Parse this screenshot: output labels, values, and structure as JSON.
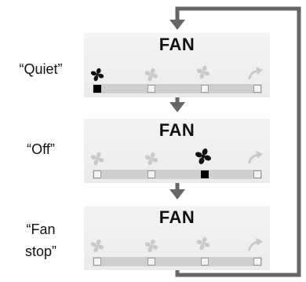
{
  "states": [
    {
      "label": "“Quiet”",
      "title": "FAN",
      "active_level": 0
    },
    {
      "label": "“Off”",
      "title": "FAN",
      "active_level": 2
    },
    {
      "label_lines": [
        "“Fan",
        "stop”"
      ],
      "title": "FAN",
      "active_level": null
    }
  ],
  "icons": [
    "fan-icon",
    "fan-icon",
    "fan-icon",
    "auto-arrow-icon"
  ],
  "colors": {
    "arrow": "#666666",
    "bar": "#cfcfcf",
    "active": "#000000",
    "inactive_icon": "#c9c9c9"
  }
}
